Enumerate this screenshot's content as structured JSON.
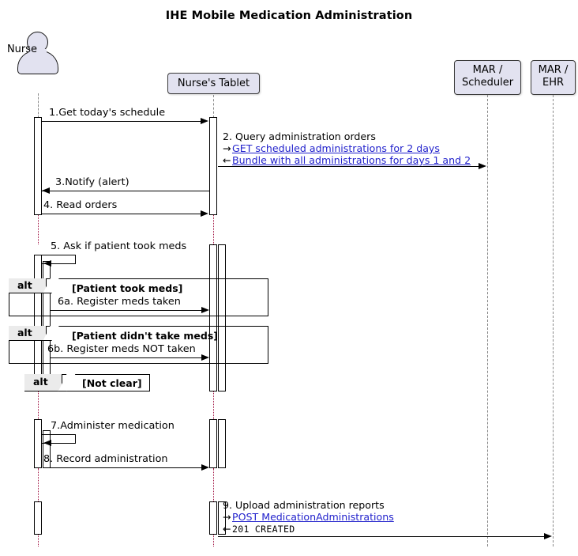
{
  "diagram": {
    "title": "IHE Mobile Medication Administration",
    "type": "uml-sequence-diagram"
  },
  "participants": [
    {
      "id": "nurse",
      "label": "Nurse",
      "kind": "actor"
    },
    {
      "id": "tablet",
      "label": "Nurse's Tablet",
      "kind": "participant"
    },
    {
      "id": "scheduler",
      "label": "MAR /\nScheduler",
      "label_line1": "MAR /",
      "label_line2": "Scheduler",
      "kind": "participant"
    },
    {
      "id": "ehr",
      "label": "MAR /\nEHR",
      "label_line1": "MAR /",
      "label_line2": "EHR",
      "kind": "participant"
    }
  ],
  "messages": [
    {
      "num": "1",
      "label": "1.Get today's schedule",
      "from": "nurse",
      "to": "tablet",
      "direction": "right"
    },
    {
      "num": "3",
      "label": "3.Notify (alert)",
      "from": "tablet",
      "to": "nurse",
      "direction": "left"
    },
    {
      "num": "4",
      "label": "4. Read orders",
      "from": "nurse",
      "to": "tablet",
      "direction": "right"
    },
    {
      "num": "5",
      "label": "5. Ask if patient took meds",
      "from": "nurse",
      "to": "nurse",
      "direction": "self"
    },
    {
      "num": "6a",
      "label": "6a. Register meds taken",
      "from": "nurse",
      "to": "tablet",
      "direction": "right"
    },
    {
      "num": "6b",
      "label": "6b. Register meds NOT taken",
      "from": "nurse",
      "to": "tablet",
      "direction": "right"
    },
    {
      "num": "7",
      "label": "7.Administer medication",
      "from": "nurse",
      "to": "nurse",
      "direction": "self"
    },
    {
      "num": "8",
      "label": "8. Record administration",
      "from": "nurse",
      "to": "tablet",
      "direction": "right"
    }
  ],
  "notes": [
    {
      "id": "note-query-orders",
      "title": "2. Query administration orders",
      "request_arrow": "→",
      "request": "GET scheduled administrations for 2 days",
      "request_is_link": true,
      "response_arrow": "←",
      "response": "Bundle with all administrations for days 1 and 2",
      "response_is_link": true
    },
    {
      "id": "note-upload-reports",
      "title": "9. Upload administration reports",
      "request_arrow": "→",
      "request": "POST MedicationAdministrations",
      "request_is_link": true,
      "response_arrow": "←",
      "response": "201  CREATED",
      "response_is_link": false
    }
  ],
  "fragments": [
    {
      "id": "alt-took-meds",
      "operator": "alt",
      "condition": "[Patient took meds]",
      "collapsed": false
    },
    {
      "id": "alt-didnt-take-meds",
      "operator": "alt",
      "condition": "[Patient didn't take meds]",
      "collapsed": false
    },
    {
      "id": "alt-not-clear",
      "operator": "alt",
      "condition": "[Not clear]",
      "collapsed": true
    }
  ],
  "colors": {
    "participant_fill": "#E2E2F0",
    "participant_border": "#3A3A3A",
    "link": "#2222CC",
    "lifeline_dashed": "#8A8A8A",
    "lifeline_dotted": "#A01040",
    "fragment_tab_fill": "#EBEBEB",
    "background": "#FFFFFF",
    "text": "#000000"
  }
}
